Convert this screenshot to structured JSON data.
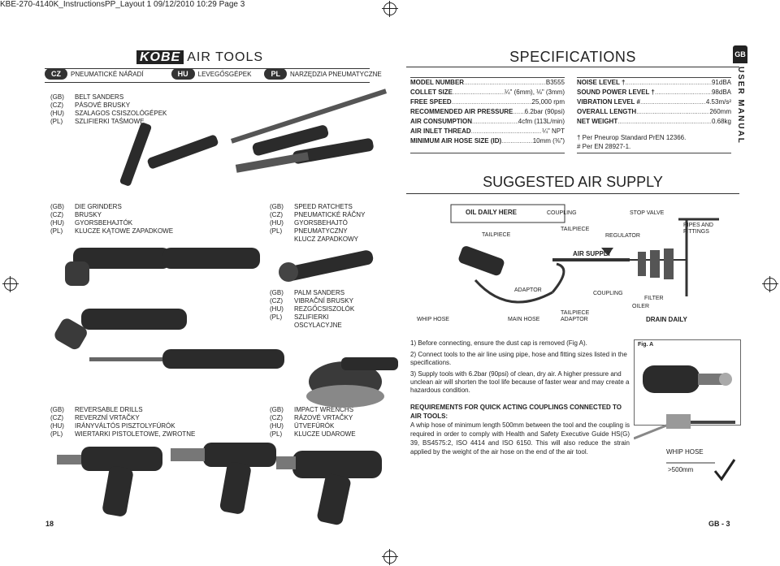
{
  "header_line": "KBE-270-4140K_InstructionsPP_Layout 1  09/12/2010  10:29  Page 3",
  "brand": {
    "name": "KOBE",
    "title": "AIR TOOLS"
  },
  "langs": [
    {
      "code": "CZ",
      "text": "PNEUMATICKÉ NÁŘADÍ"
    },
    {
      "code": "HU",
      "text": "LEVEGŐSGÉPEK"
    },
    {
      "code": "PL",
      "text": "NARZĘDZIA PNEUMATYCZNE"
    }
  ],
  "groups": {
    "belt": [
      [
        "(GB)",
        "BELT SANDERS"
      ],
      [
        "(CZ)",
        "PÁSOVÉ BRUSKY"
      ],
      [
        "(HU)",
        "SZALAGOS CSISZOLÓGÉPEK"
      ],
      [
        "(PL)",
        "SZLIFIERKI TAŚMOWE"
      ]
    ],
    "die": [
      [
        "(GB)",
        "DIE GRINDERS"
      ],
      [
        "(CZ)",
        "BRUSKY"
      ],
      [
        "(HU)",
        "GYORSBEHAJTÓK"
      ],
      [
        "(PL)",
        "KLUCZE KĄTOWE ZAPADKOWE"
      ]
    ],
    "ratchet": [
      [
        "(GB)",
        "SPEED RATCHETS"
      ],
      [
        "(CZ)",
        "PNEUMATICKÉ RÁČNY"
      ],
      [
        "(HU)",
        "GYORSBEHAJTÓ"
      ],
      [
        "(PL)",
        "PNEUMATYCZNY"
      ],
      [
        "",
        "KLUCZ ZAPADKOWY"
      ]
    ],
    "palm": [
      [
        "(GB)",
        "PALM SANDERS"
      ],
      [
        "(CZ)",
        "VIBRAČNÍ BRUSKY"
      ],
      [
        "(HU)",
        "REZGŐCSISZOLÓK"
      ],
      [
        "(PL)",
        "SZLIFIERKI"
      ],
      [
        "",
        "OSCYLACYJNE"
      ]
    ],
    "drill": [
      [
        "(GB)",
        "REVERSABLE DRILLS"
      ],
      [
        "(CZ)",
        "REVERZNÍ VRTAČKY"
      ],
      [
        "(HU)",
        "IRÁNYVÁLTÓS PISZTOLYFÚRÓK"
      ],
      [
        "(PL)",
        "WIERTARKI PISTOLETOWE, ZWROTNE"
      ]
    ],
    "impact": [
      [
        "(GB)",
        "IMPACT WRENCHS"
      ],
      [
        "(CZ)",
        "RÁZOVÉ VRTAČKY"
      ],
      [
        "(HU)",
        "ÜTVEFÚRÓK"
      ],
      [
        "(PL)",
        "KLUCZE UDAROWE"
      ]
    ]
  },
  "spec": {
    "title": "SPECIFICATIONS",
    "left": [
      {
        "label": "MODEL NUMBER",
        "value": "B3555"
      },
      {
        "label": "COLLET SIZE",
        "value": "¼\" (6mm), ⅛\" (3mm)"
      },
      {
        "label": "FREE SPEED",
        "value": "25,000 rpm"
      },
      {
        "label": "RECOMMENDED AIR PRESSURE",
        "value": "6.2bar (90psi)"
      },
      {
        "label": "AIR CONSUMPTION",
        "value": "4cfm (113L/min)"
      },
      {
        "label": "AIR INLET THREAD",
        "value": "¼\" NPT"
      },
      {
        "label": "MINIMUM AIR HOSE SIZE (ID)",
        "value": "10mm (⅜\")"
      }
    ],
    "right": [
      {
        "label": "NOISE LEVEL †",
        "value": "91dBA"
      },
      {
        "label": "SOUND POWER LEVEL †",
        "value": "98dBA"
      },
      {
        "label": "VIBRATION LEVEL #",
        "value": "4.53m/s²"
      },
      {
        "label": "OVERALL LENGTH",
        "value": "260mm"
      },
      {
        "label": "NET WEIGHT",
        "value": "0.68kg"
      }
    ],
    "notes": [
      "† Per Pneurop Standard PrEN 12366.",
      "# Per EN 28927-1."
    ]
  },
  "side": {
    "code": "GB",
    "text": "USER MANUAL"
  },
  "supply": {
    "title": "SUGGESTED AIR SUPPLY",
    "labels": {
      "oil": "OIL DAILY HERE",
      "coupling1": "COUPLING",
      "stop": "STOP VALVE",
      "tail1": "TAILPIECE",
      "tail2": "TAILPIECE",
      "regulator": "REGULATOR",
      "pipes": "PIPES AND",
      "fittings": "FITTINGS",
      "air": "AIR SUPPLY",
      "adaptor": "ADAPTOR",
      "coupling2": "COUPLING",
      "filter": "FILTER",
      "oiler": "OILER",
      "whip": "WHIP HOSE",
      "main": "MAIN HOSE",
      "tail3": "TAILPIECE",
      "adaptor2": "ADAPTOR",
      "drain": "DRAIN DAILY"
    }
  },
  "instructions": [
    "1)  Before connecting, ensure the dust cap is removed (Fig A).",
    "2)  Connect tools to the air line using pipe, hose and fitting sizes listed in the specifications.",
    "3)  Supply tools with 6.2bar (90psi) of clean, dry air. A higher pressure and unclean air will shorten the tool life because of faster wear and may create a hazardous condition."
  ],
  "requirements": {
    "heading": "REQUIREMENTS FOR QUICK ACTING COUPLINGS CONNECTED TO AIR TOOLS:",
    "body": "A whip hose of minimum length 500mm between the tool and the coupling is required in order to comply with Health and Safety Executive Guide HS(G) 39, BS4575:2, ISO 4414 and ISO 6150. This will also reduce the strain applied by the weight of the air hose on the end of the air tool."
  },
  "figa": {
    "label": "Fig. A"
  },
  "whip_fig": {
    "label": "WHIP HOSE",
    "length": ">500mm"
  },
  "pages": {
    "left": "18",
    "right": "GB - 3"
  }
}
